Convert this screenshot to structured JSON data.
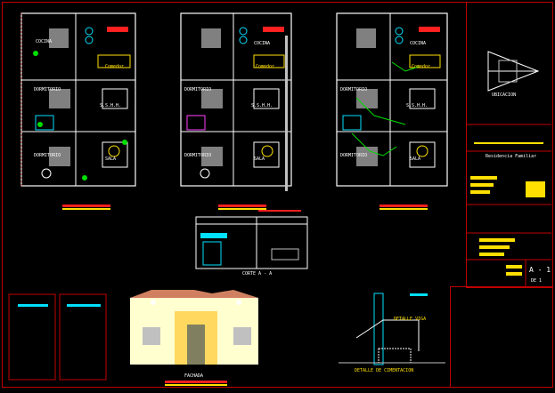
{
  "sheet": {
    "ubicacion_label": "UBICACION",
    "project_name": "Residencia Familiar",
    "sheet_number": "A - 1",
    "sheet_of": "DE 1",
    "section_label": "CORTE A - A",
    "facade_label": "FACHADA",
    "detail_label_1": "DETALLE VIGA",
    "detail_label_2": "DETALLE DE CIMENTACION"
  },
  "plans": [
    {
      "rooms": {
        "kitchen": "COCINA",
        "dining": "Comedor",
        "bedroom1": "DORMITORIO",
        "bedroom2": "DORMITORIO",
        "sala": "SALA",
        "servicio": "S.S.H.H."
      }
    },
    {
      "rooms": {
        "kitchen": "COCINA",
        "dining": "Comedor",
        "bedroom1": "DORMITORIO",
        "bedroom2": "DORMITORIO",
        "sala": "SALA",
        "servicio": "S.S.H.H."
      }
    },
    {
      "rooms": {
        "kitchen": "COCINA",
        "dining": "Comedor",
        "bedroom1": "DORMITORIO",
        "bedroom2": "DORMITORIO",
        "sala": "SALA",
        "servicio": "S.S.H.H."
      }
    }
  ],
  "colors": {
    "frame": "#c00000",
    "wall": "#ffffff",
    "accent_yellow": "#ffe000",
    "accent_red": "#ff2020",
    "accent_green": "#00e000",
    "accent_cyan": "#00e0ff"
  }
}
